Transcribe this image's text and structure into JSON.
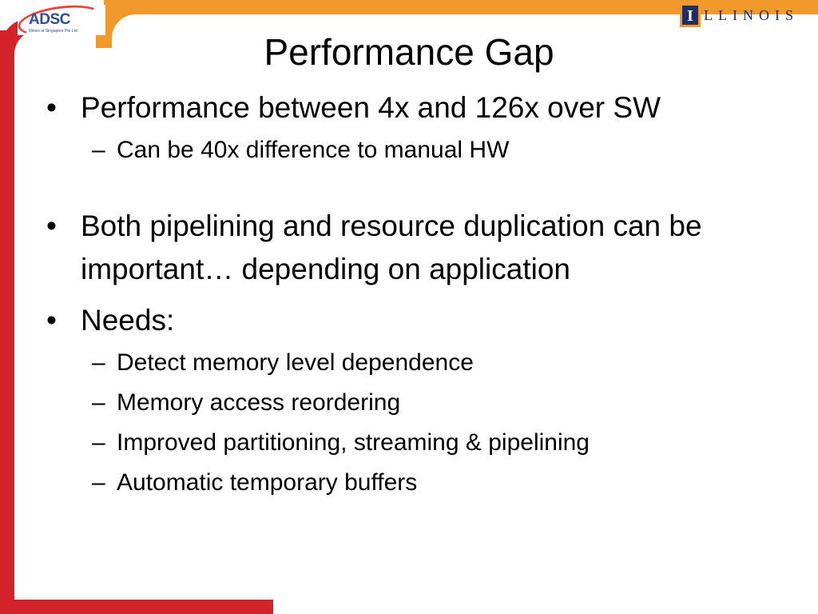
{
  "logos": {
    "adsc": {
      "word": "ADSC",
      "tagline": "Illinois at Singapore Pte Ltd",
      "colors": {
        "text": "#2d4d96",
        "swoosh": "#e5483e"
      }
    },
    "illinois": {
      "block_letter": "I",
      "rest": "LLINOIS",
      "colors": {
        "block": "#1f2d63",
        "block_border": "#f19a2b",
        "text": "#1f2d63"
      }
    }
  },
  "theme": {
    "top_band": "#f19a2b",
    "left_band": "#d3222a"
  },
  "slide": {
    "title": "Performance Gap",
    "items": [
      {
        "level": 1,
        "marker": "•",
        "text": "Performance between 4x and 126x over SW"
      },
      {
        "level": 2,
        "marker": "–",
        "text": "Can be 40x difference to manual HW"
      },
      {
        "level": 1,
        "marker": "•",
        "text": "Both pipelining and resource duplication can be important… depending on application"
      },
      {
        "level": 1,
        "marker": "•",
        "text": "Needs:"
      },
      {
        "level": 2,
        "marker": "–",
        "text": "Detect memory level dependence"
      },
      {
        "level": 2,
        "marker": "–",
        "text": "Memory access reordering"
      },
      {
        "level": 2,
        "marker": "–",
        "text": "Improved partitioning, streaming & pipelining"
      },
      {
        "level": 2,
        "marker": "–",
        "text": "Automatic temporary buffers"
      }
    ]
  }
}
